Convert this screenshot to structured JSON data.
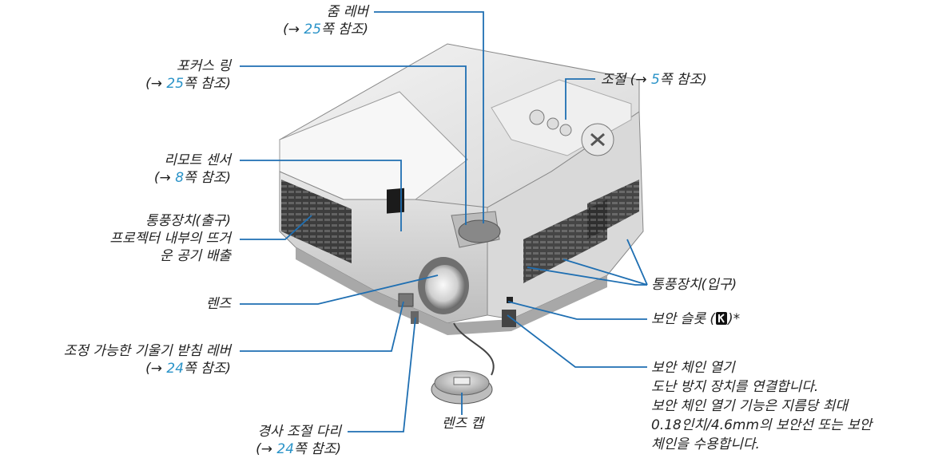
{
  "labels": {
    "zoom": {
      "name": "줌 레버",
      "ref_pre": "(→ ",
      "ref_num": "25",
      "ref_post": "쪽 참조)"
    },
    "adjust": {
      "pre": "조절 (→ ",
      "num": "5",
      "post": "쪽 참조)"
    },
    "focus": {
      "name": "포커스 링",
      "ref_pre": "(→ ",
      "ref_num": "25",
      "ref_post": "쪽 참조)"
    },
    "remote": {
      "name": "리모트 센서",
      "ref_pre": "(→ ",
      "ref_num": "8",
      "ref_post": "쪽 참조)"
    },
    "vent_out": {
      "line1": "통풍장치(출구)",
      "line2": "프로젝터 내부의 뜨거",
      "line3": "운 공기 배출"
    },
    "lens": {
      "name": "렌즈"
    },
    "vent_in": {
      "name": "통풍장치(입구)"
    },
    "security_slot": {
      "pre": "보안 슬롯 (",
      "post": ")*"
    },
    "tilt_lever": {
      "name": "조정 가능한 기울기 받침 레버",
      "ref_pre": "(→ ",
      "ref_num": "24",
      "ref_post": "쪽 참조)"
    },
    "security_chain": {
      "line1": "보안 체인 열기",
      "line2": "도난 방지 장치를 연결합니다.",
      "line3": "보안 체인 열기 기능은 지름당 최대",
      "line4": "0.18인치/4.6mm의 보안선 또는 보안",
      "line5": "체인을 수용합니다."
    },
    "foot": {
      "name": "경사 조절 다리",
      "ref_pre": "(→ ",
      "ref_num": "24",
      "ref_post": "쪽 참조)"
    },
    "lens_cap": {
      "name": "렌즈 캡"
    }
  },
  "colors": {
    "leader": "#1f6fb2",
    "ref": "#2a93c8",
    "text": "#222222"
  }
}
